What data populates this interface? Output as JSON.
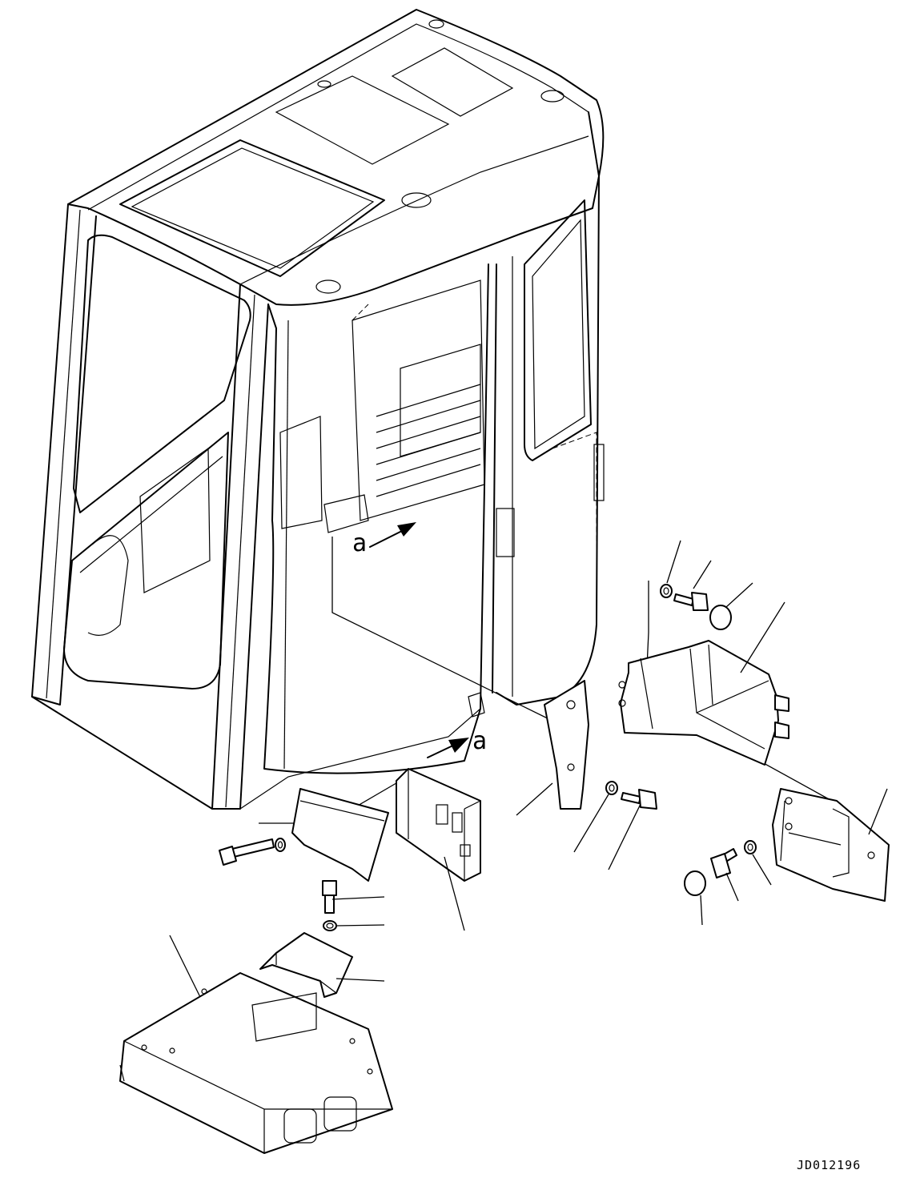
{
  "diagram": {
    "view_labels": [
      "a",
      "a"
    ],
    "drawing_number": "JD012196"
  }
}
